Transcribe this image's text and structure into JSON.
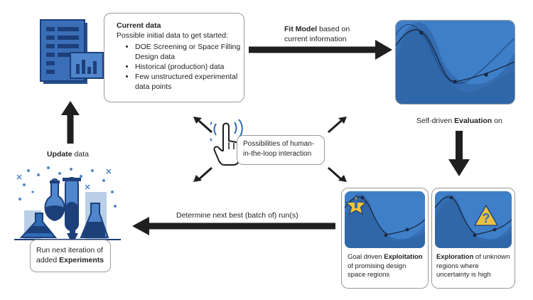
{
  "current_data": {
    "title": "Current data",
    "intro": "Possible initial data to get started:",
    "items": [
      "DOE Screening or Space Filling Design data",
      "Historical (production) data",
      "Few unstructured experimental data points"
    ]
  },
  "fit_model": {
    "bold": "Fit Model",
    "rest": " based on",
    "line2": "current information"
  },
  "evaluation": {
    "pre": "Self-driven ",
    "bold": "Evaluation",
    "post": " on"
  },
  "update": {
    "bold": "Update",
    "rest": " data"
  },
  "human_loop": {
    "line1": "Possibilities of human-",
    "line2": "in-the-loop interaction"
  },
  "determine": "Determine next best (batch of) run(s)",
  "experiments": {
    "line1": "Run next iteration of",
    "pre": "added ",
    "bold": "Experiments"
  },
  "exploitation": {
    "pre": "Goal driven ",
    "bold": "Exploitation",
    "line2": "of promising design",
    "line3": "space regions"
  },
  "exploration": {
    "bold": "Exploration",
    "rest": " of unknown",
    "line2": "regions where",
    "line3": "uncertainty is high"
  },
  "colors": {
    "arrow": "#1f1f1f",
    "blue_dark": "#1d3f7a",
    "blue_mid": "#2f6bb5",
    "plot_bg": "#3f7fc8",
    "band": "#2b5f9e",
    "star": "#f3c431",
    "warn": "#e8c143"
  },
  "icons": [
    "document-chart-icon",
    "lab-flasks-icon",
    "hand-touch-icon",
    "star-up-arrow-icon",
    "question-warning-icon"
  ]
}
